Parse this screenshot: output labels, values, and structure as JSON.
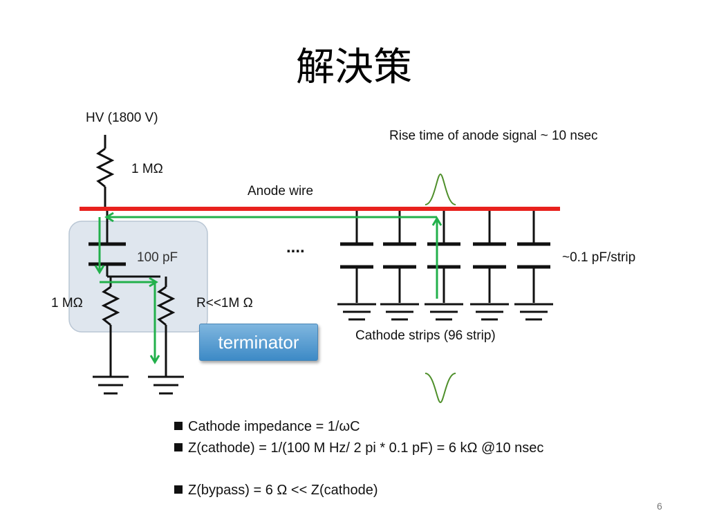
{
  "slide": {
    "title": "解決策",
    "page_number": "6"
  },
  "diagram": {
    "hv_label": "HV (1800 V)",
    "hv_resistor_label": "1 MΩ",
    "anode_label": "Anode wire",
    "rise_time_label": "Rise time of anode signal  ~ 10 nsec",
    "capacitor_label": "100 pF",
    "ellipsis_label": "....",
    "strip_capacitance_label": "~0.1 pF/strip",
    "left_resistor_label": "1 MΩ",
    "right_resistor_label": "R<<1M Ω",
    "terminator_label": "terminator",
    "cathode_label": "Cathode strips (96 strip)"
  },
  "notes": [
    "Cathode impedance = 1/ωC",
    "Z(cathode) = 1/(100 M Hz/ 2 pi * 0.1 pF) = 6 kΩ @10 nsec",
    "Z(bypass) = 6 Ω << Z(cathode)"
  ],
  "colors": {
    "anode_wire": "#e8211d",
    "signal_path": "#22b04b",
    "pulse": "#4e8f2a",
    "terminator_box": "#dfe6ee"
  }
}
